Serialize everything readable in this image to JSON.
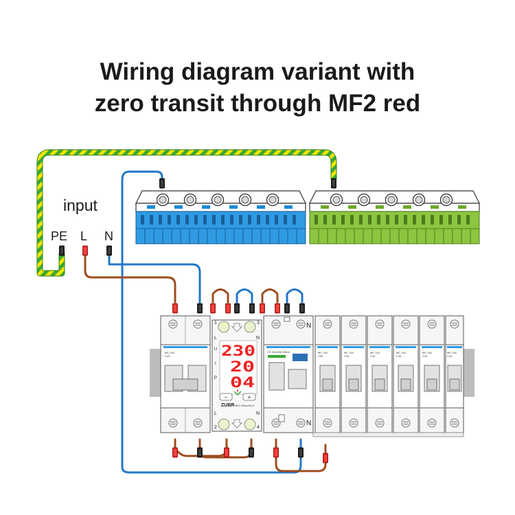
{
  "title": {
    "line1": "Wiring diagram variant with",
    "line2": "zero transit through MF2 red"
  },
  "input_label": "input",
  "terminals": {
    "pe": "PE",
    "l": "L",
    "n": "N"
  },
  "relay": {
    "brand": "ZUBR",
    "model": "MF2-40red",
    "rating": "40 A",
    "top_left_num": "1",
    "top_right_num": "3",
    "bottom_left_num": "2",
    "bottom_right_num": "4",
    "top_left_letter": "L",
    "top_right_letter": "N",
    "bottom_left_letter": "L",
    "bottom_right_letter": "N",
    "row_u": "U",
    "row_i": "I",
    "row_p": "P",
    "display_u": "230",
    "display_i": "20",
    "display_p": "04",
    "btn_minus": "−",
    "btn_plus": "+"
  },
  "breakers": {
    "main_label": "MC 240",
    "main_sub": "C40",
    "rcd_label": "CS 30A 63A 30mA",
    "n_top": "N",
    "n_bottom": "N",
    "small": [
      {
        "label": "MC 116",
        "sub": "C25"
      },
      {
        "label": "MC 116",
        "sub": "C16"
      },
      {
        "label": "MC 116",
        "sub": "C16"
      },
      {
        "label": "MC 116",
        "sub": "C16"
      },
      {
        "label": "MC 116",
        "sub": "C16"
      },
      {
        "label": "MC 116",
        "sub": "C16"
      }
    ]
  },
  "colors": {
    "neutral_blue": "#2277c8",
    "phase_brown": "#9c4d1f",
    "earth_green": "#3aa935",
    "earth_yellow": "#f2e500",
    "neutral_bus": "#2f9be3",
    "earth_bus": "#8cc63f",
    "connector_red": "#e32320",
    "display_red": "#ee2222"
  }
}
